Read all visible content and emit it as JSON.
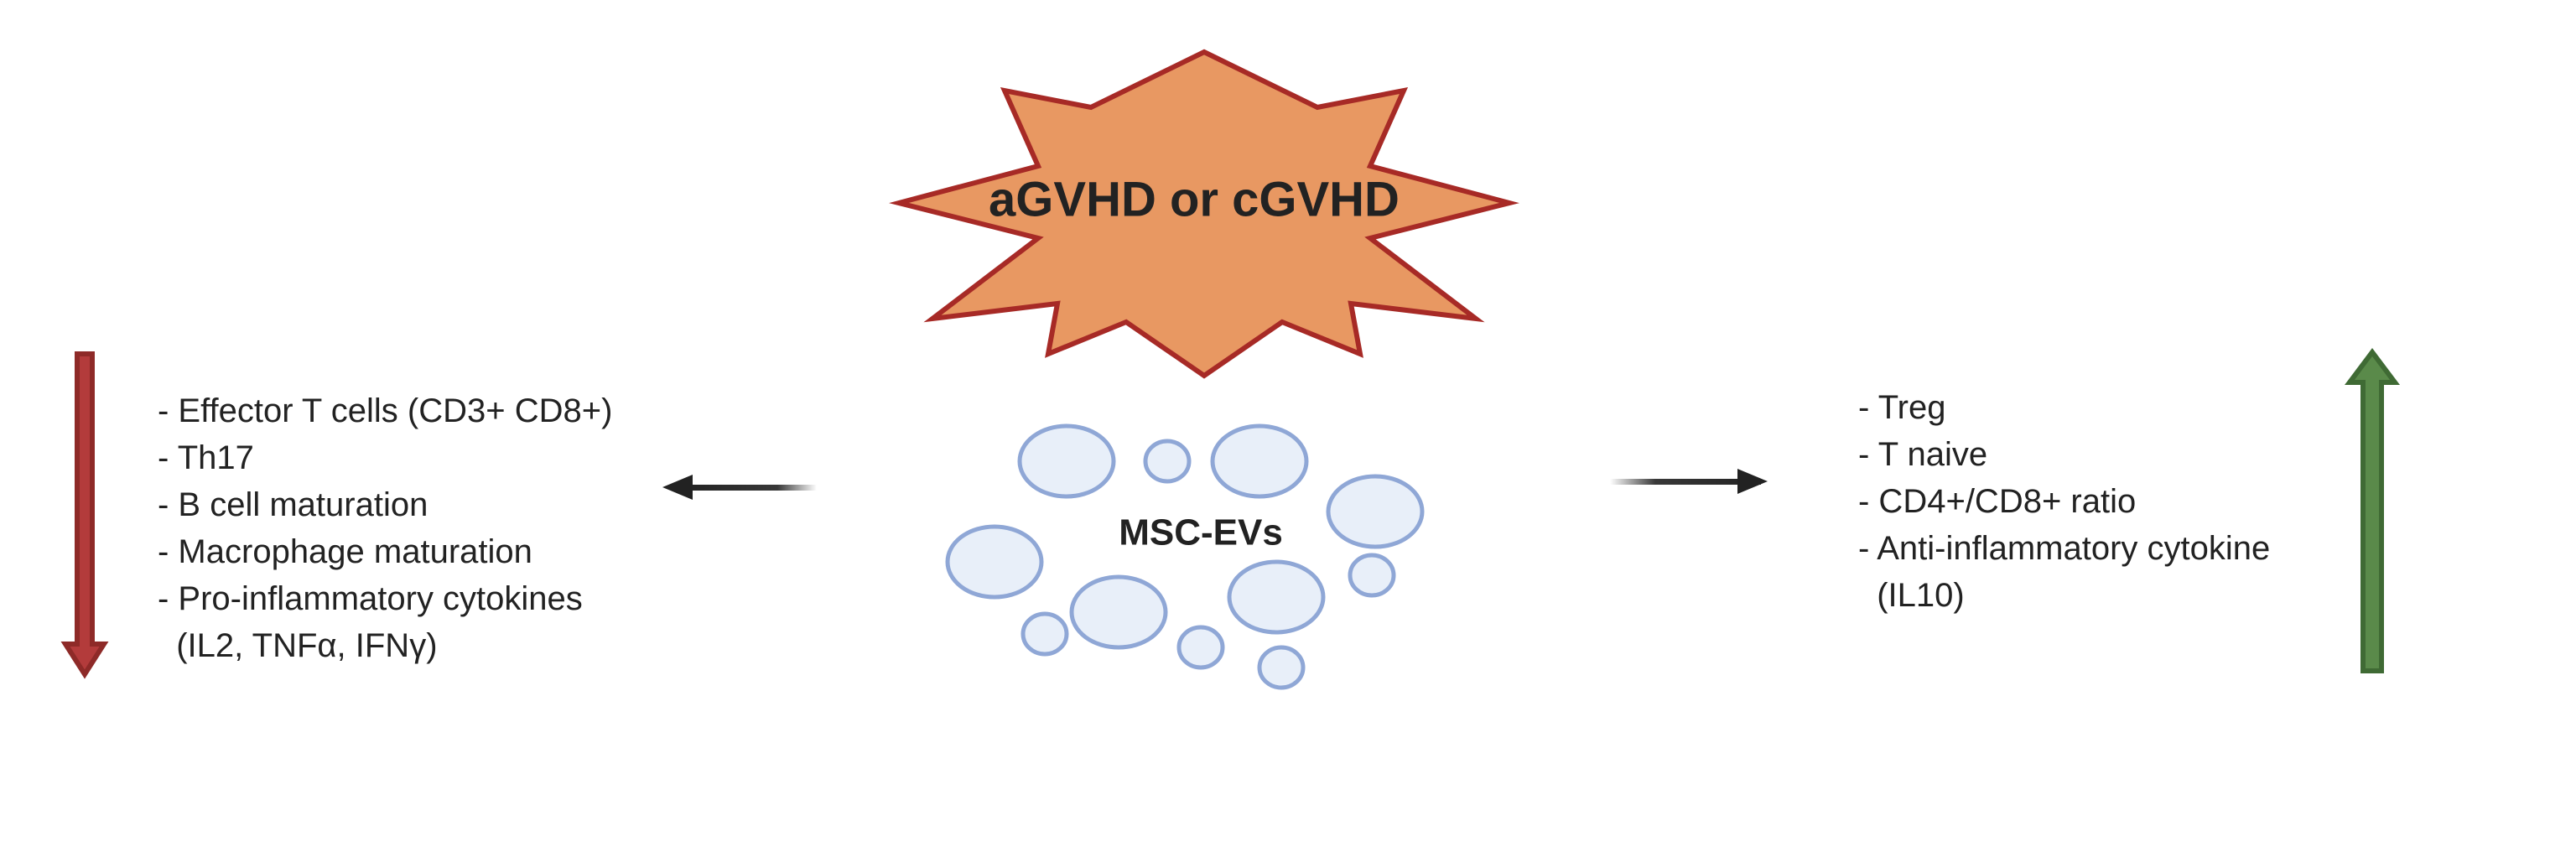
{
  "burst": {
    "label": "aGVHD or cGVHD",
    "fill_color": "#e89862",
    "stroke_color": "#a72a26"
  },
  "vesicles": {
    "label": "MSC-EVs",
    "fill_color": "#e8eff9",
    "stroke_color": "#8fa7d6"
  },
  "decreased": {
    "arrow_color": "#b33b3b",
    "items": [
      "- Effector T cells (CD3+ CD8+)",
      "- Th17",
      "- B cell maturation",
      "- Macrophage maturation",
      "- Pro-inflammatory cytokines",
      "  (IL2, TNFα, IFNγ)"
    ]
  },
  "increased": {
    "arrow_color": "#5a8a4a",
    "items": [
      "- Treg",
      "- T naive",
      "- CD4+/CD8+ ratio",
      "- Anti-inflammatory cytokine",
      "  (IL10)"
    ]
  },
  "pointer_arrow_color": "#222222"
}
